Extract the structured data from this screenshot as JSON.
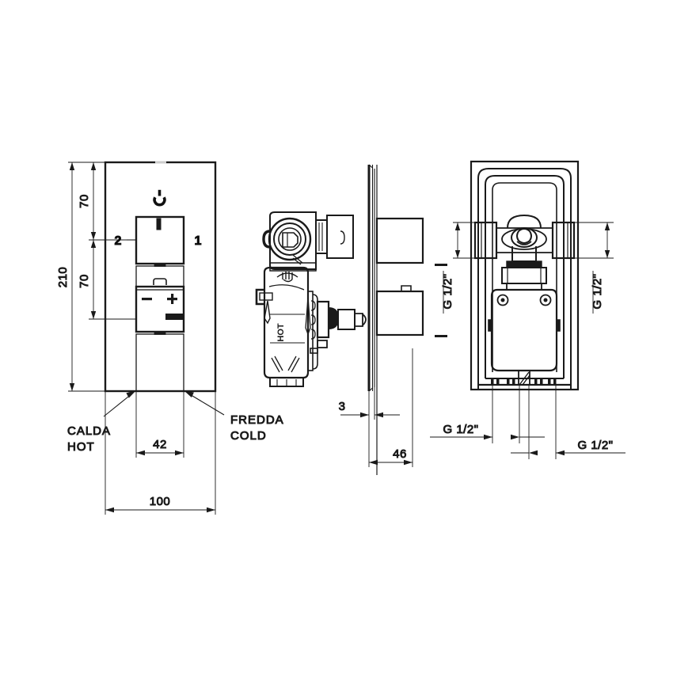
{
  "drawing": {
    "type": "technical-dimension-drawing",
    "subject": "concealed thermostatic shower mixer valve",
    "views": [
      {
        "id": "front-panel",
        "name": "Front panel / trim plate view"
      },
      {
        "id": "side-section",
        "name": "Side view with wall plate"
      },
      {
        "id": "rough-in",
        "name": "Rough-in body front view"
      }
    ]
  },
  "front_view": {
    "dim_total_height": "210",
    "dim_upper_segment": "70",
    "dim_lower_segment": "70",
    "dim_handle_width": "42",
    "dim_plate_width": "100",
    "callout_1": "1",
    "callout_2": "2",
    "hot_label_it": "CALDA",
    "hot_label_en": "HOT",
    "cold_label_it": "FREDDA",
    "cold_label_en": "COLD",
    "icons": {
      "power": "power-icon",
      "minus": "minus-icon",
      "plus": "plus-icon"
    }
  },
  "side_view": {
    "dim_plate_thickness": "3",
    "dim_depth": "46",
    "body_text": "HOT"
  },
  "rough_in_view": {
    "dim_inlet_left": "G 1/2\"",
    "dim_inlet_right": "G 1/2\"",
    "dim_outlet_left": "G 1/2\"",
    "dim_outlet_right": "G 1/2\""
  },
  "style": {
    "line_color": "#1a1a1a",
    "background": "#ffffff"
  }
}
